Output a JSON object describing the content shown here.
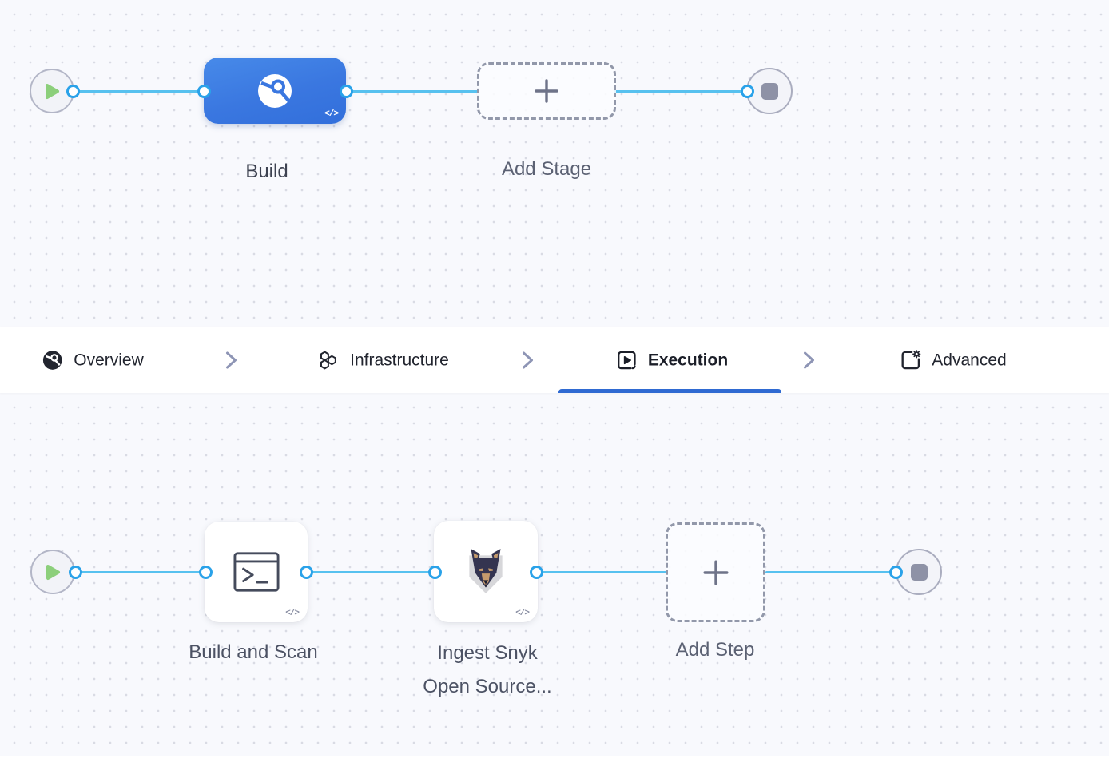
{
  "colors": {
    "stage_node_blue": "#3a77e0",
    "edge_blue": "#57c1ef",
    "connector_ring_blue": "#2aa2e9",
    "tab_underline_blue": "#2f6ad2",
    "play_triangle_green": "#8ccf7b",
    "stop_square_gray": "#8e92a6",
    "canvas_background": "#f8f9fd"
  },
  "stage_pipeline": {
    "start": {
      "icon": "play-icon"
    },
    "stages": [
      {
        "label": "Build",
        "icon": "ci-build-icon",
        "code_badge": "</>",
        "selected": true
      },
      {
        "label": "Add Stage",
        "icon": "plus-icon",
        "type": "add-placeholder"
      }
    ],
    "end": {
      "icon": "stop-icon"
    }
  },
  "tab_bar": {
    "separator_icon": "chevron-right-icon",
    "tabs": [
      {
        "label": "Overview",
        "icon": "ci-overview-icon",
        "active": false
      },
      {
        "label": "Infrastructure",
        "icon": "hexagons-icon",
        "active": false
      },
      {
        "label": "Execution",
        "icon": "play-box-icon",
        "active": true
      },
      {
        "label": "Advanced",
        "icon": "doc-gear-icon",
        "active": false
      }
    ]
  },
  "step_pipeline": {
    "start": {
      "icon": "play-icon"
    },
    "steps": [
      {
        "label": "Build and Scan",
        "icon": "terminal-icon",
        "code_badge": "</>"
      },
      {
        "label": "Ingest Snyk Open Source...",
        "icon": "snyk-dog-icon",
        "code_badge": "</>"
      },
      {
        "label": "Add Step",
        "icon": "plus-icon",
        "type": "add-placeholder"
      }
    ],
    "end": {
      "icon": "stop-icon"
    }
  }
}
